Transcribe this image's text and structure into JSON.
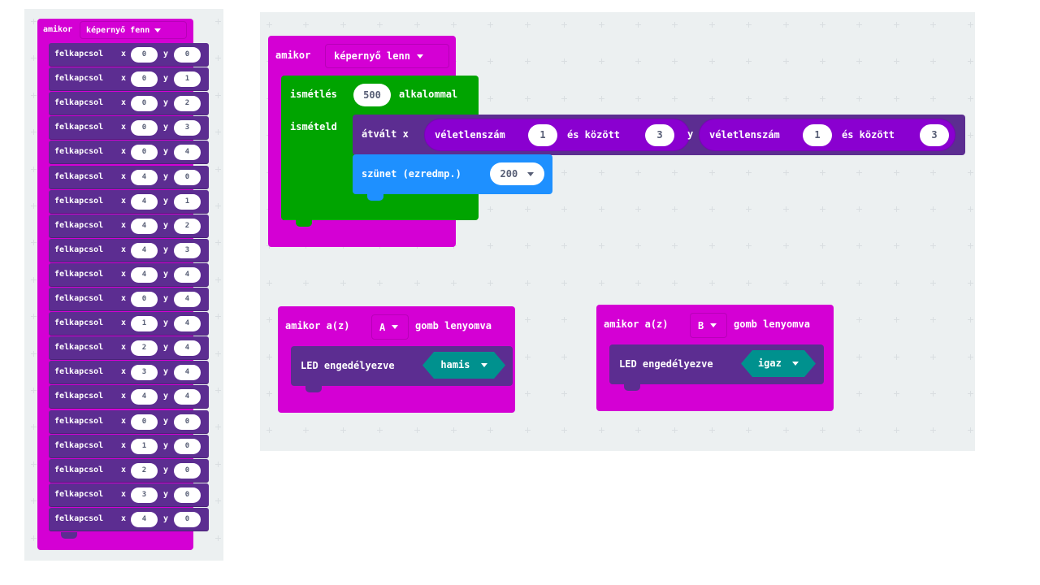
{
  "colors": {
    "hat": "#d400d4",
    "led": "#5c2d91",
    "loops": "#00a400",
    "basic": "#1e90ff",
    "math_reporter": "#8a00d0",
    "logic": "#00918e",
    "canvas": "#ecf0f1"
  },
  "left_script": {
    "hat": {
      "label": "amikor",
      "dropdown": "képernyő fenn",
      "icon": "caret-down"
    },
    "rows_label": "felkapcsol",
    "x_label": "x",
    "y_label": "y",
    "rows": [
      {
        "x": "0",
        "y": "0"
      },
      {
        "x": "0",
        "y": "1"
      },
      {
        "x": "0",
        "y": "2"
      },
      {
        "x": "0",
        "y": "3"
      },
      {
        "x": "0",
        "y": "4"
      },
      {
        "x": "4",
        "y": "0"
      },
      {
        "x": "4",
        "y": "1"
      },
      {
        "x": "4",
        "y": "2"
      },
      {
        "x": "4",
        "y": "3"
      },
      {
        "x": "4",
        "y": "4"
      },
      {
        "x": "0",
        "y": "4"
      },
      {
        "x": "1",
        "y": "4"
      },
      {
        "x": "2",
        "y": "4"
      },
      {
        "x": "3",
        "y": "4"
      },
      {
        "x": "4",
        "y": "4"
      },
      {
        "x": "0",
        "y": "0"
      },
      {
        "x": "1",
        "y": "0"
      },
      {
        "x": "2",
        "y": "0"
      },
      {
        "x": "3",
        "y": "0"
      },
      {
        "x": "4",
        "y": "0"
      }
    ]
  },
  "screen_down_script": {
    "hat": {
      "label": "amikor",
      "dropdown": "képernyő lenn"
    },
    "repeat": {
      "label": "ismétlés",
      "count": "500",
      "suffix": "alkalommal",
      "do_label": "ismételd"
    },
    "toggle": {
      "label": "átvált x",
      "y_label": "y",
      "x_random": {
        "label": "véletlenszám",
        "from": "1",
        "mid": "és között",
        "to": "3"
      },
      "y_random": {
        "label": "véletlenszám",
        "from": "1",
        "mid": "és között",
        "to": "3"
      }
    },
    "pause": {
      "label": "szünet (ezredmp.)",
      "value": "200"
    }
  },
  "button_a_script": {
    "prefix": "amikor a(z)",
    "button": "A",
    "suffix": "gomb lenyomva",
    "led_label": "LED engedélyezve",
    "value": "hamis"
  },
  "button_b_script": {
    "prefix": "amikor a(z)",
    "button": "B",
    "suffix": "gomb lenyomva",
    "led_label": "LED engedélyezve",
    "value": "igaz"
  }
}
